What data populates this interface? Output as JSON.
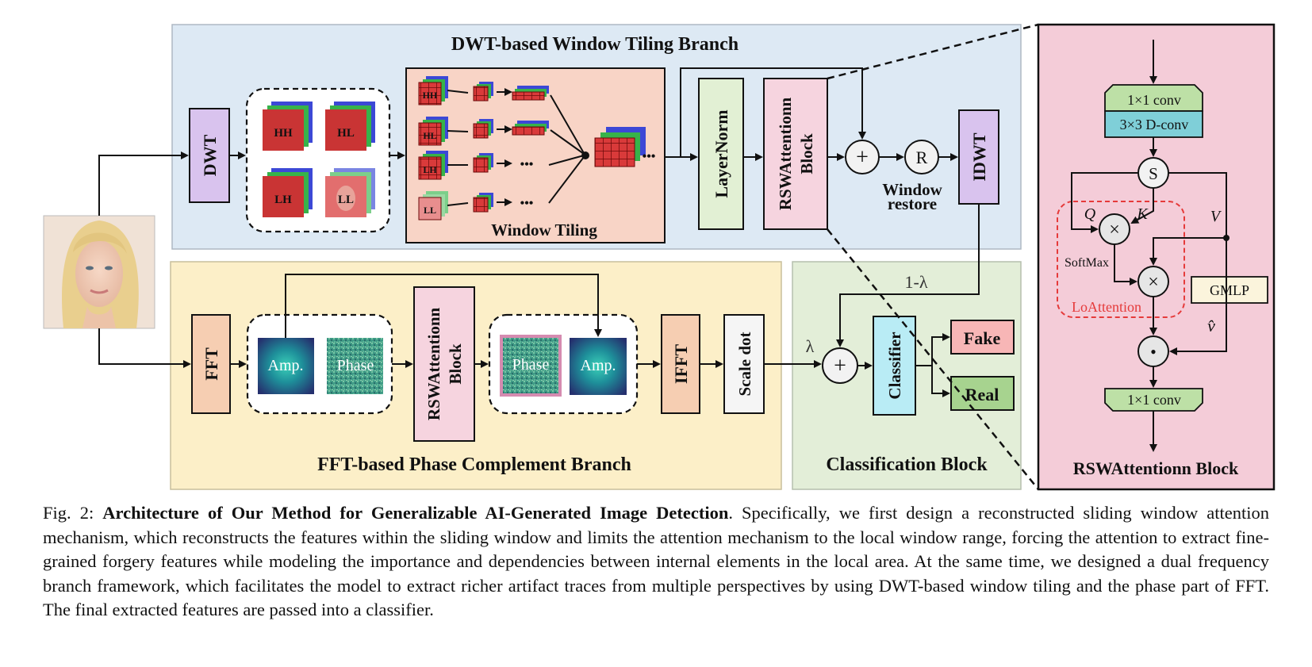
{
  "dwt_branch": {
    "title": "DWT-based Window Tiling Branch",
    "dwt_label": "DWT",
    "subbands": [
      "HH",
      "HL",
      "LH",
      "LL"
    ],
    "window_tiling_label": "Window Tiling",
    "ellipsis": "•••",
    "layernorm_label": "LayerNorm",
    "rsw_label_line1": "RSWAttentionn",
    "rsw_label_line2": "Block",
    "plus_symbol": "+",
    "r_symbol": "R",
    "window_restore_line1": "Window",
    "window_restore_line2": "restore",
    "idwt_label": "IDWT"
  },
  "fft_branch": {
    "title": "FFT-based Phase Complement Branch",
    "fft_label": "FFT",
    "amp_label": "Amp.",
    "phase_label": "Phase",
    "rsw_label_line1": "RSWAttentionn",
    "rsw_label_line2": "Block",
    "ifft_label": "IFFT",
    "scale_dot_label": "Scale dot"
  },
  "classification": {
    "title": "Classification Block",
    "one_minus_lambda": "1-λ",
    "lambda": "λ",
    "plus_symbol": "+",
    "classifier_label": "Classifier",
    "fake_label": "Fake",
    "real_label": "Real"
  },
  "rsw_block": {
    "title": "RSWAttentionn Block",
    "conv1_label": "1×1 conv",
    "dconv_label": "3×3 D-conv",
    "s_symbol": "S",
    "q_label": "Q",
    "k_label": "K",
    "v_label": "V",
    "times_symbol": "×",
    "softmax_label": "SoftMax",
    "loattention_label": "LoAttention",
    "gmlp_label": "GMLP",
    "vhat_label": "v̂",
    "dot_symbol": "•",
    "conv2_label": "1×1 conv"
  },
  "caption": {
    "prefix": "Fig. 2: ",
    "bold": "Architecture of Our Method for Generalizable AI-Generated Image Detection",
    "rest": ". Specifically, we first design a reconstructed sliding window attention mechanism, which reconstructs the features within the sliding window and limits the attention mechanism to the local window range, forcing the attention to extract fine-grained forgery features while modeling the importance and dependencies between internal elements in the local area. At the same time, we designed a dual frequency branch framework, which facilitates the model to extract richer artifact traces from multiple perspectives by using DWT-based window tiling and the phase part of FFT. The final extracted features are passed into a classifier."
  },
  "colors": {
    "dwt_panel": "#dde9f4",
    "fft_panel": "#fcefc8",
    "cls_panel": "#e3eed8",
    "rsw_panel": "#f4ccd8",
    "tiling_panel": "#f8d4c6",
    "lavender": "#d9c3ee",
    "pink_block": "#f6d4df",
    "green_block": "#e2f0d4",
    "peach_block": "#f6ceb2",
    "cyan_block": "#b9ecf5",
    "fake": "#f7b6b6",
    "real": "#a7d38f",
    "conv_green": "#bde0a6",
    "dconv_cyan": "#7fcfd8",
    "gmlp": "#fbf4dc",
    "lo_red": "#e53a3a"
  }
}
